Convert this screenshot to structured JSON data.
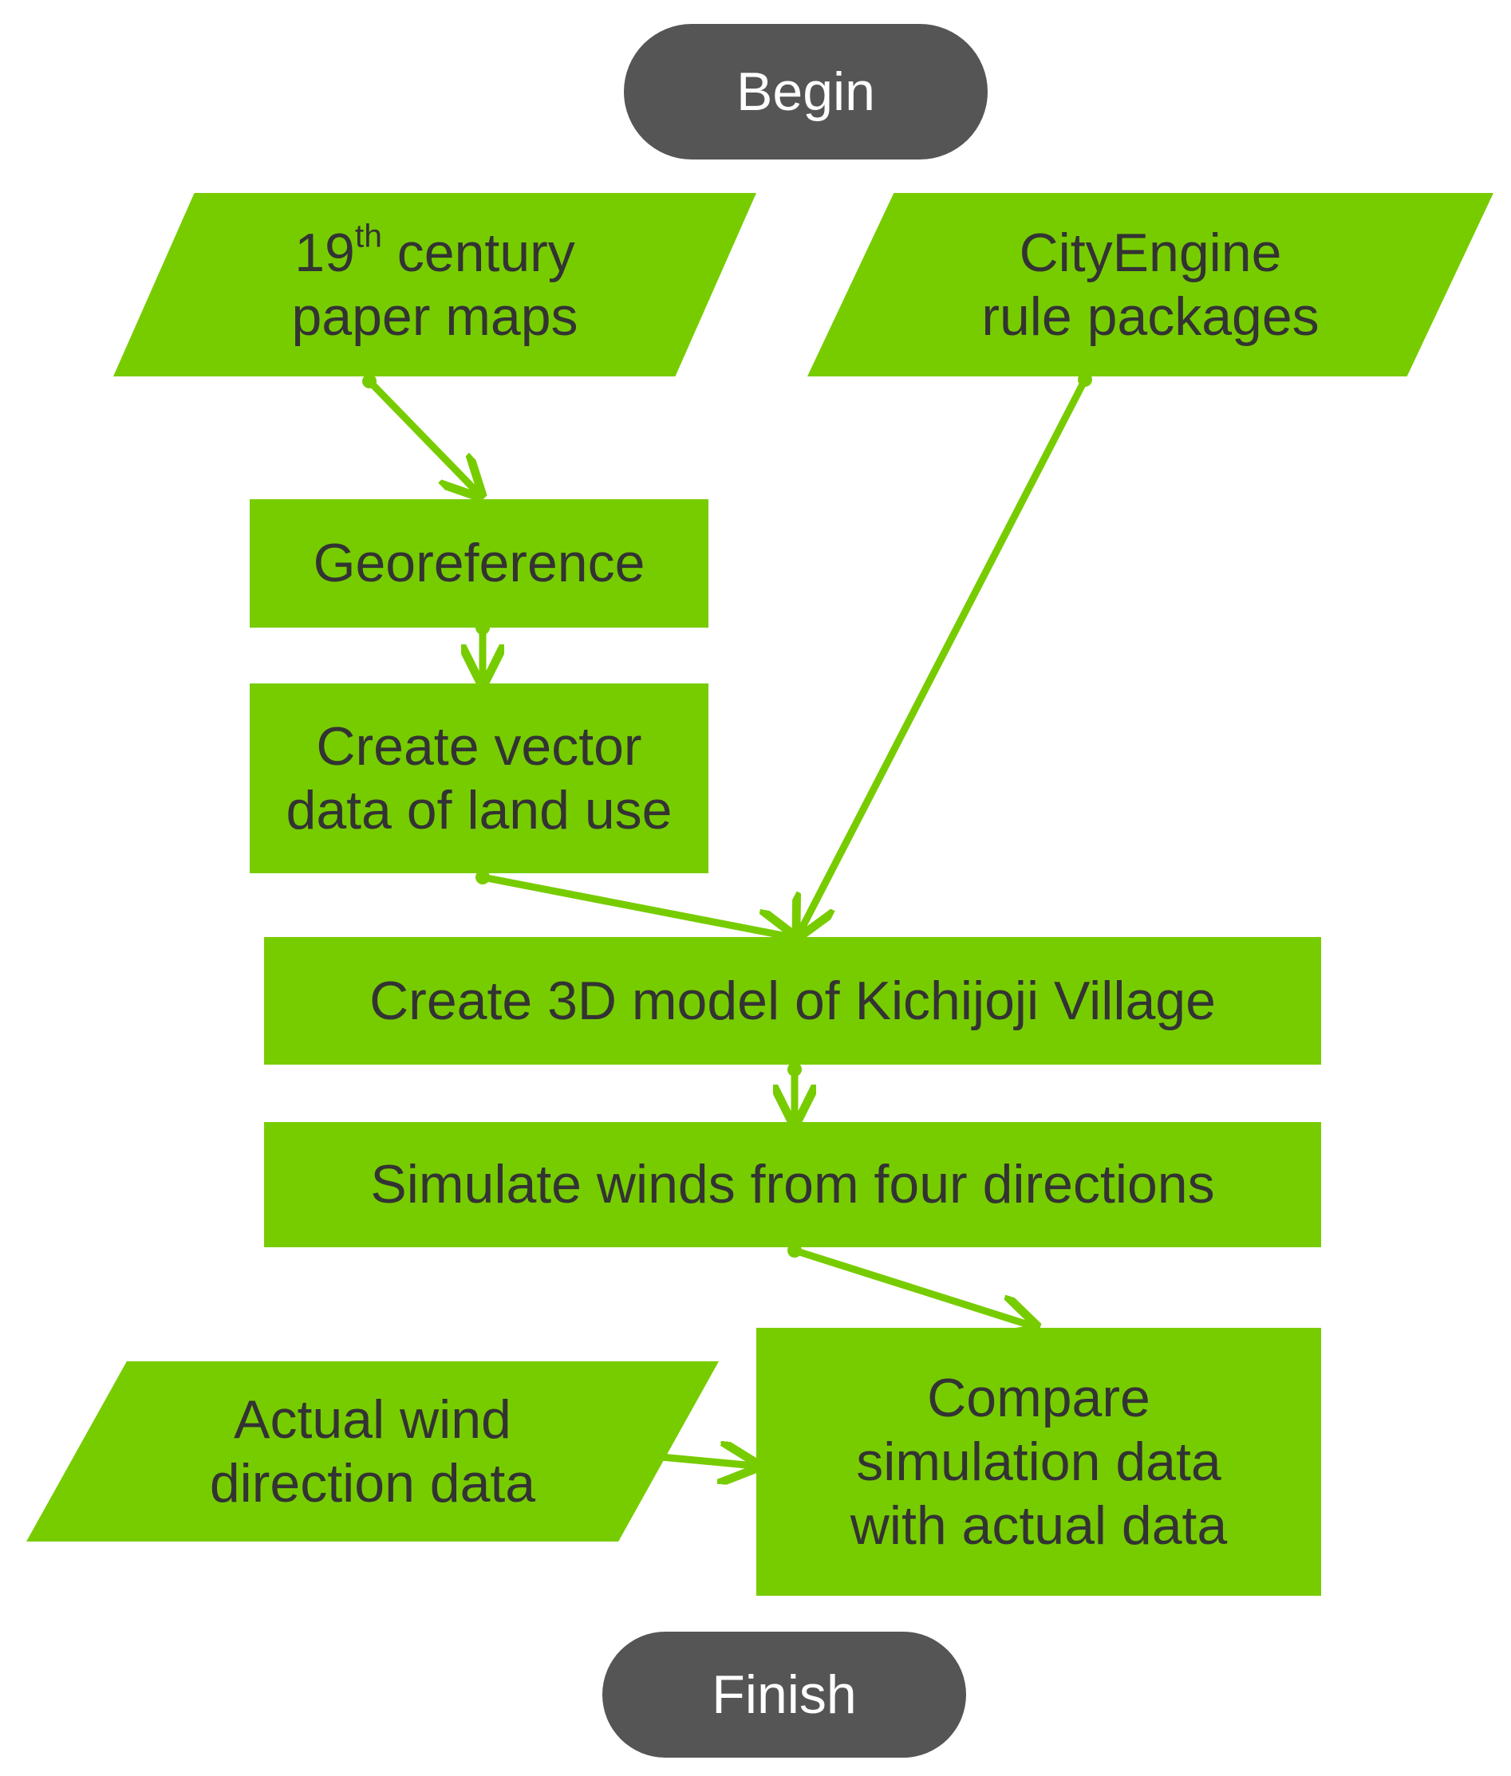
{
  "diagram": {
    "begin": "Begin",
    "finish": "Finish",
    "inputs": {
      "maps_number": "19",
      "maps_suffix": "th",
      "maps_rest": " century\npaper maps",
      "rules": "CityEngine\nrule packages",
      "wind": "Actual wind\ndirection data"
    },
    "steps": {
      "georeference": "Georeference",
      "vector": "Create vector\ndata of land use",
      "model": "Create 3D model of Kichijoji Village",
      "simulate": "Simulate winds from four directions",
      "compare": "Compare\nsimulation data\nwith actual data"
    }
  },
  "colors": {
    "process_fill": "#77cc00",
    "terminal_fill": "#555555",
    "text_dark": "#333333",
    "text_light": "#ffffff",
    "connector": "#77cc00"
  }
}
